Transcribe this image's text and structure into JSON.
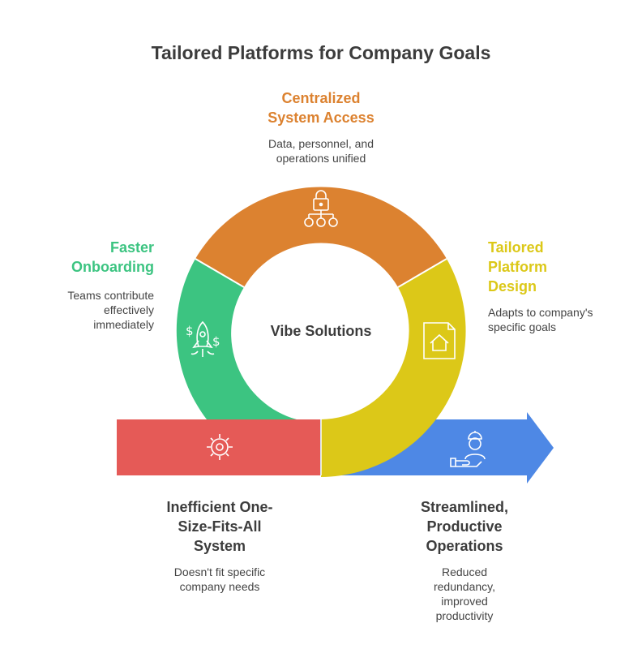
{
  "title": "Tailored Platforms for Company Goals",
  "center_label": "Vibe Solutions",
  "colors": {
    "orange": "#DC8230",
    "yellow": "#DCC818",
    "green": "#3CC481",
    "red": "#E55A57",
    "blue": "#4E88E5"
  },
  "segments": [
    {
      "title_lines": [
        "Centralized",
        "System Access"
      ],
      "desc_lines": [
        "Data, personnel, and",
        "operations unified"
      ],
      "icon": "lock-hierarchy-icon",
      "color": "#DC8230"
    },
    {
      "title_lines": [
        "Tailored",
        "Platform",
        "Design"
      ],
      "desc_lines": [
        "Adapts to company's",
        "specific goals"
      ],
      "icon": "document-home-icon",
      "color": "#DCC818"
    },
    {
      "title_lines": [
        "Faster",
        "Onboarding"
      ],
      "desc_lines": [
        "Teams contribute",
        "effectively",
        "immediately"
      ],
      "icon": "rocket-money-icon",
      "color": "#3CC481"
    },
    {
      "title_lines": [
        "Inefficient One-",
        "Size-Fits-All",
        "System"
      ],
      "desc_lines": [
        "Doesn't fit specific",
        "company needs"
      ],
      "icon": "gear-icon",
      "color": "#E55A57"
    },
    {
      "title_lines": [
        "Streamlined,",
        "Productive",
        "Operations"
      ],
      "desc_lines": [
        "Reduced",
        "redundancy,",
        "improved",
        "productivity"
      ],
      "icon": "worker-hand-icon",
      "color": "#4E88E5"
    }
  ]
}
